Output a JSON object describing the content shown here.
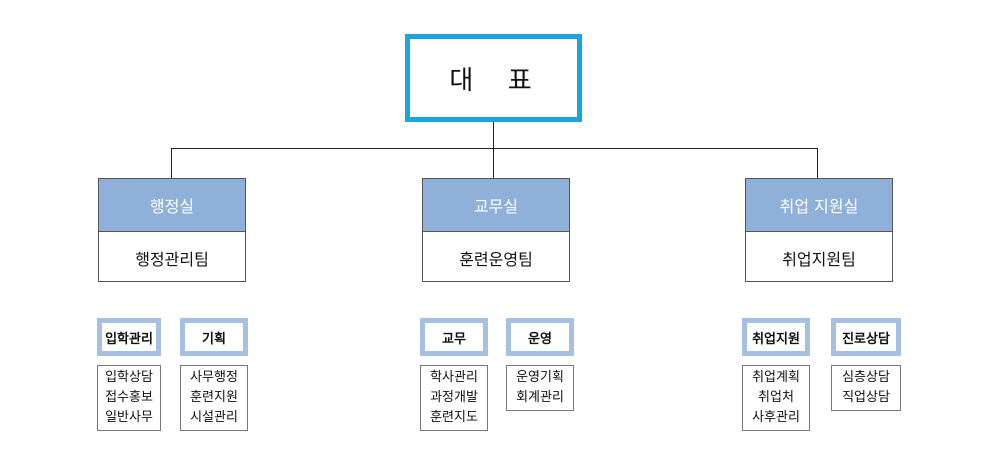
{
  "ceo": {
    "label": "대  표"
  },
  "departments": [
    {
      "name": "행정실",
      "team": "행정관리팀",
      "units": [
        {
          "name": "입학관리",
          "tasks": [
            "입학상담",
            "접수홍보",
            "일반사무"
          ]
        },
        {
          "name": "기획",
          "tasks": [
            "사무행정",
            "훈련지원",
            "시설관리"
          ]
        }
      ]
    },
    {
      "name": "교무실",
      "team": "훈련운영팀",
      "units": [
        {
          "name": "교무",
          "tasks": [
            "학사관리",
            "과정개발",
            "훈련지도"
          ]
        },
        {
          "name": "운영",
          "tasks": [
            "운영기획",
            "회계관리"
          ]
        }
      ]
    },
    {
      "name": "취업 지원실",
      "team": "취업지원팀",
      "units": [
        {
          "name": "취업지원",
          "tasks": [
            "취업계획",
            "취업처",
            "사후관리"
          ]
        },
        {
          "name": "진로상담",
          "tasks": [
            "심층상담",
            "직업상담"
          ]
        }
      ]
    }
  ],
  "colors": {
    "ceo_border": "#1aa6dc",
    "dept_header": "#8eb0d9",
    "unit_border": "#a7bfe0"
  }
}
